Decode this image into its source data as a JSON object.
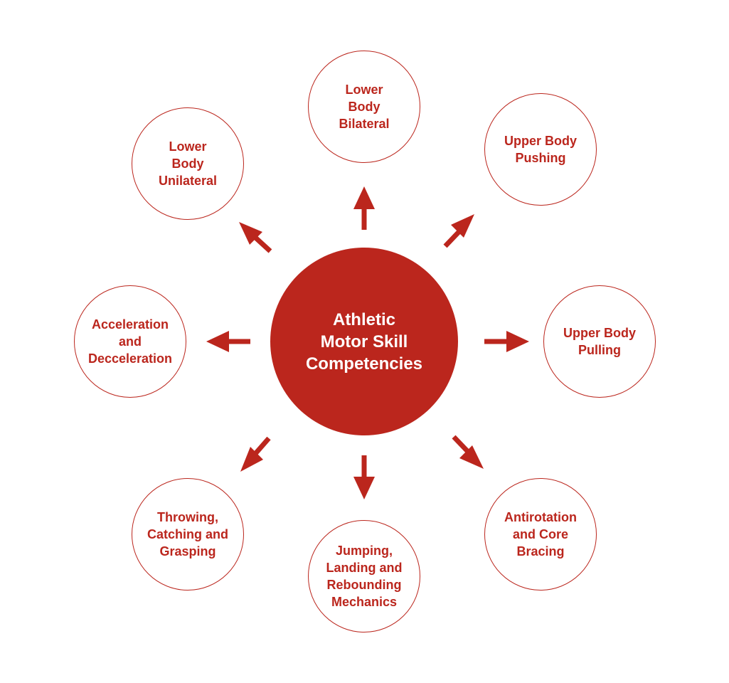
{
  "colors": {
    "accent": "#bb261d",
    "background": "#ffffff",
    "center_text": "#ffffff"
  },
  "center": {
    "label": "Athletic\nMotor Skill\nCompetencies"
  },
  "nodes": {
    "top": {
      "label": "Lower\nBody\nBilateral"
    },
    "top_right": {
      "label": "Upper Body\nPushing"
    },
    "right": {
      "label": "Upper Body\nPulling"
    },
    "bottom_right": {
      "label": "Antirotation\nand Core\nBracing"
    },
    "bottom": {
      "label": "Jumping,\nLanding and\nRebounding\nMechanics"
    },
    "bottom_left": {
      "label": "Throwing,\nCatching and\nGrasping"
    },
    "left": {
      "label": "Acceleration\nand\nDecceleration"
    },
    "top_left": {
      "label": "Lower\nBody\nUnilateral"
    }
  }
}
